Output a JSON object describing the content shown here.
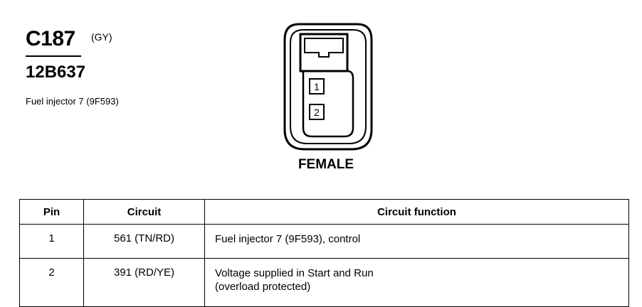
{
  "connector": {
    "id": "C187",
    "color": "(GY)",
    "part_number": "12B637",
    "description": "Fuel injector 7 (9F593)"
  },
  "drawing": {
    "cavities": [
      "1",
      "2"
    ],
    "gender": "FEMALE"
  },
  "table": {
    "headers": {
      "pin": "Pin",
      "circuit": "Circuit",
      "function": "Circuit function"
    },
    "rows": [
      {
        "pin": "1",
        "circuit": "561 (TN/RD)",
        "function": [
          "Fuel injector 7 (9F593), control"
        ]
      },
      {
        "pin": "2",
        "circuit": "391 (RD/YE)",
        "function": [
          "Voltage supplied in Start and Run",
          "(overload protected)"
        ]
      }
    ]
  }
}
